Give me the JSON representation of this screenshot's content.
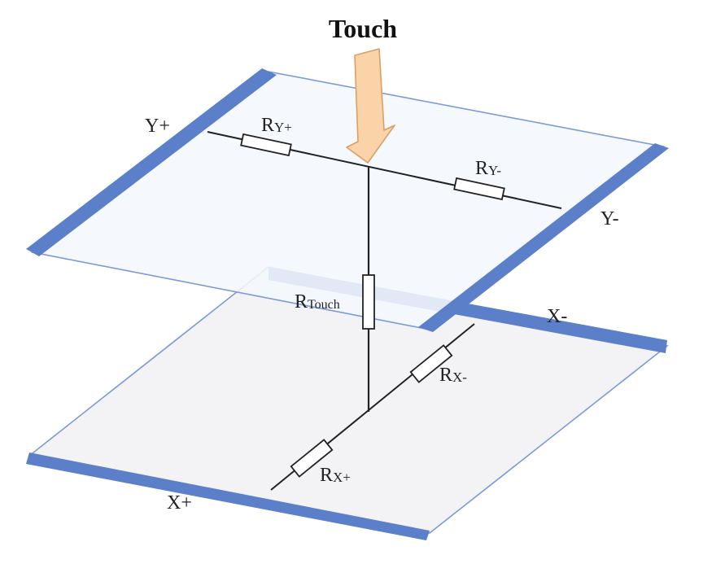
{
  "title": "Touch",
  "labels": {
    "y_plus": "Y+",
    "y_minus": "Y-",
    "x_plus": "X+",
    "x_minus": "X-"
  },
  "resistors": {
    "ry_plus_main": "R",
    "ry_plus_sub": "Y+",
    "ry_minus_main": "R",
    "ry_minus_sub": "Y-",
    "rx_plus_main": "R",
    "rx_plus_sub": "X+",
    "rx_minus_main": "R",
    "rx_minus_sub": "X-",
    "rtouch_main": "R",
    "rtouch_sub": "Touch"
  },
  "colors": {
    "electrode": "#5b7fc9",
    "sheet_outline": "#7d9ad8",
    "top_sheet_fill": "#f4f7fc",
    "bottom_sheet_fill": "#f3f3f5",
    "arrow_fill": "#fbd3a8",
    "arrow_stroke": "#d9a066",
    "wire": "#222222"
  }
}
